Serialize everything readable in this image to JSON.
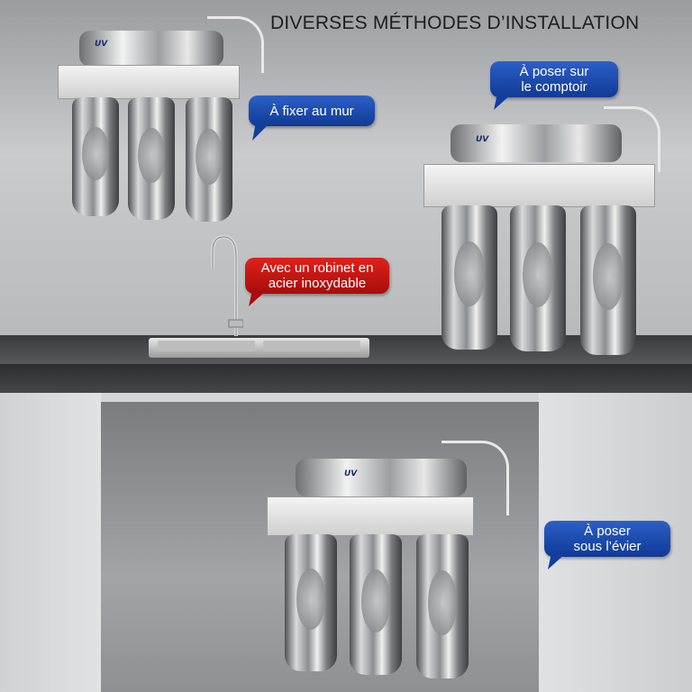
{
  "title": "DIVERSES MÉTHODES D’INSTALLATION",
  "callouts": {
    "wall": "À fixer au mur",
    "counter_line1": "À poser sur",
    "counter_line2": "le comptoir",
    "faucet_line1": "Avec un robinet en",
    "faucet_line2": "acier inoxydable",
    "sink_line1": "À poser",
    "sink_line2": "sous l’évier"
  },
  "product_label": "UV",
  "colors": {
    "callout_blue": "#1a47a8",
    "callout_red": "#c8120e"
  }
}
